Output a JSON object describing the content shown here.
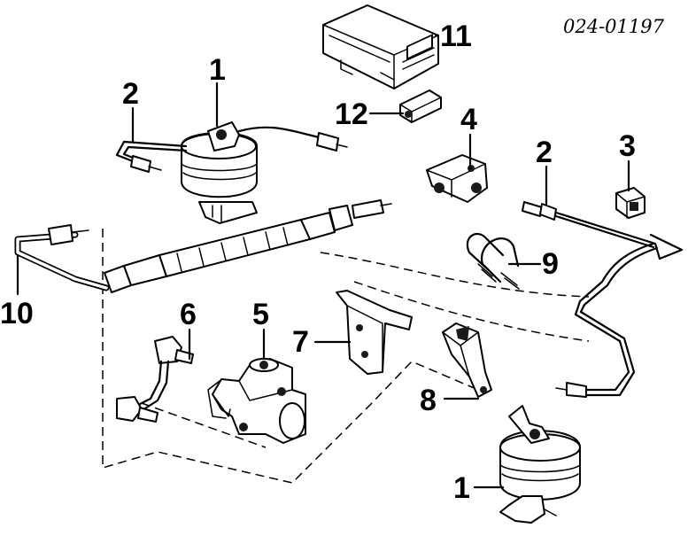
{
  "diagram": {
    "part_number": "024-01197",
    "callouts": [
      "1",
      "2",
      "3",
      "4",
      "5",
      "6",
      "7",
      "8",
      "9",
      "10",
      "11",
      "12"
    ]
  }
}
